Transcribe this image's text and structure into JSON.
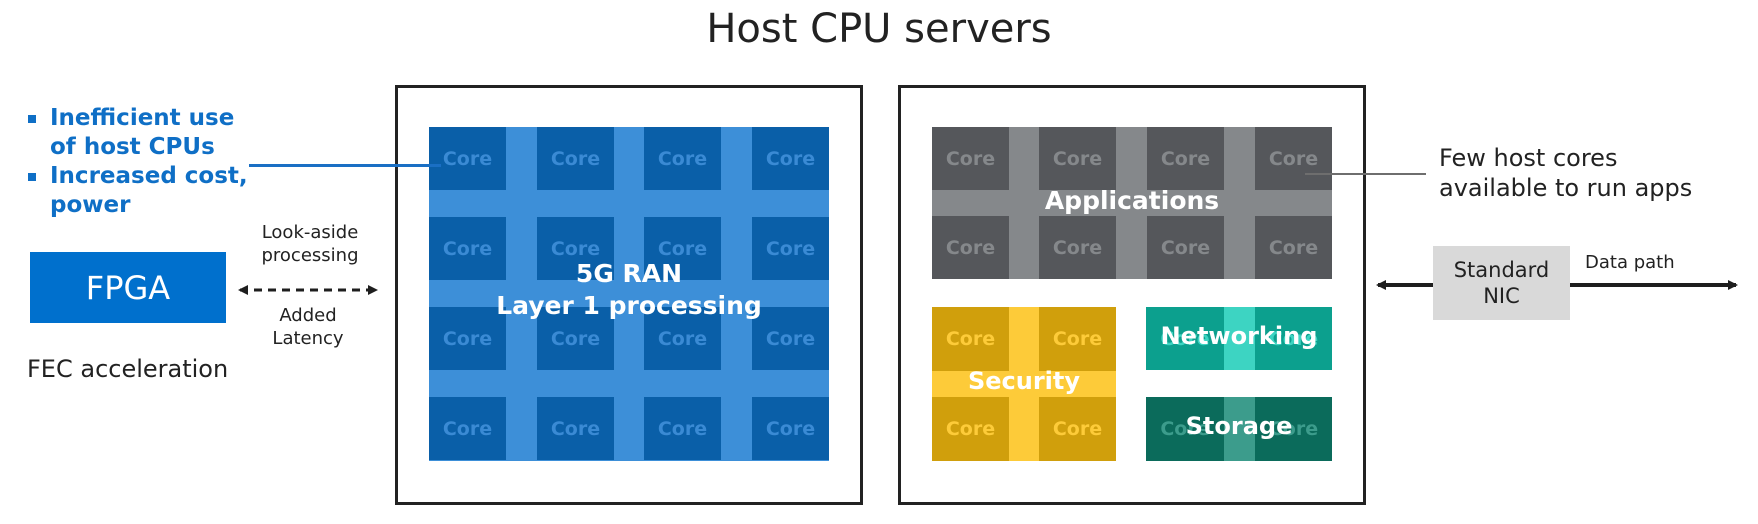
{
  "title": "Host CPU servers",
  "left_panel": {
    "bullets": [
      {
        "line1": "Inefficient use",
        "line2": "of host CPUs"
      },
      {
        "line1": "Increased cost,",
        "line2": "power"
      }
    ],
    "fpga_label": "FPGA",
    "fec_label": "FEC acceleration",
    "lookaside_line1": "Look-aside",
    "lookaside_line2": "processing",
    "latency_line1": "Added",
    "latency_line2": "Latency"
  },
  "ran_server": {
    "label_line1": "5G RAN",
    "label_line2": "Layer 1 processing",
    "core_label": "Core",
    "rows": 4,
    "cols": 4
  },
  "app_server": {
    "applications_label": "Applications",
    "security_label": "Security",
    "networking_label": "Networking",
    "storage_label": "Storage",
    "core_label": "Core"
  },
  "right_panel": {
    "few_cores_line1": "Few host cores",
    "few_cores_line2": "available to run apps",
    "nic_line1": "Standard",
    "nic_line2": "NIC",
    "datapath_label": "Data path"
  },
  "colors": {
    "blue_text": "#0F6FC6",
    "fpga": "#0070CD",
    "ran_core": "#0A5FA8",
    "ran_grid": "#3D8FD8",
    "app_core": "#55575B",
    "app_grid": "#85888B",
    "security_core": "#D09F0C",
    "security_grid": "#FDCB39",
    "networking": "#0CA08E",
    "networking_stripe": "#3DD4C2",
    "storage": "#0B6B5B",
    "storage_stripe": "#3C9C8C",
    "nic": "#D9D9D9"
  }
}
